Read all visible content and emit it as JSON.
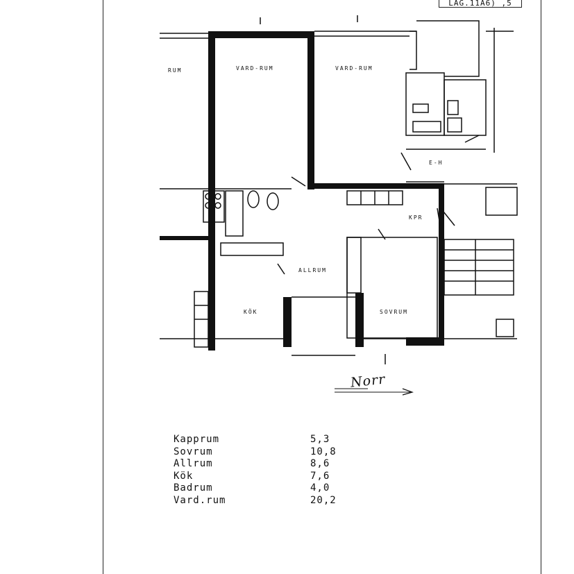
{
  "document": {
    "reference_label": "LAG.11A6) ,5",
    "north_label": "Norr",
    "rooms": {
      "room_left": "RUM",
      "vardrum_1": "VARD-RUM",
      "vardrum_2": "VARD-RUM",
      "allrum": "ALLRUM",
      "kok": "KÖK",
      "sovrum": "SOVRUM",
      "kpr": "KPR",
      "hall": "E-H"
    },
    "area_table": [
      {
        "name": "Kapprum",
        "value": "5,3"
      },
      {
        "name": "Sovrum",
        "value": "10,8"
      },
      {
        "name": "Allrum",
        "value": "8,6"
      },
      {
        "name": "Kök",
        "value": "7,6"
      },
      {
        "name": "Badrum",
        "value": "4,0"
      },
      {
        "name": "Vard.rum",
        "value": "20,2"
      }
    ]
  }
}
